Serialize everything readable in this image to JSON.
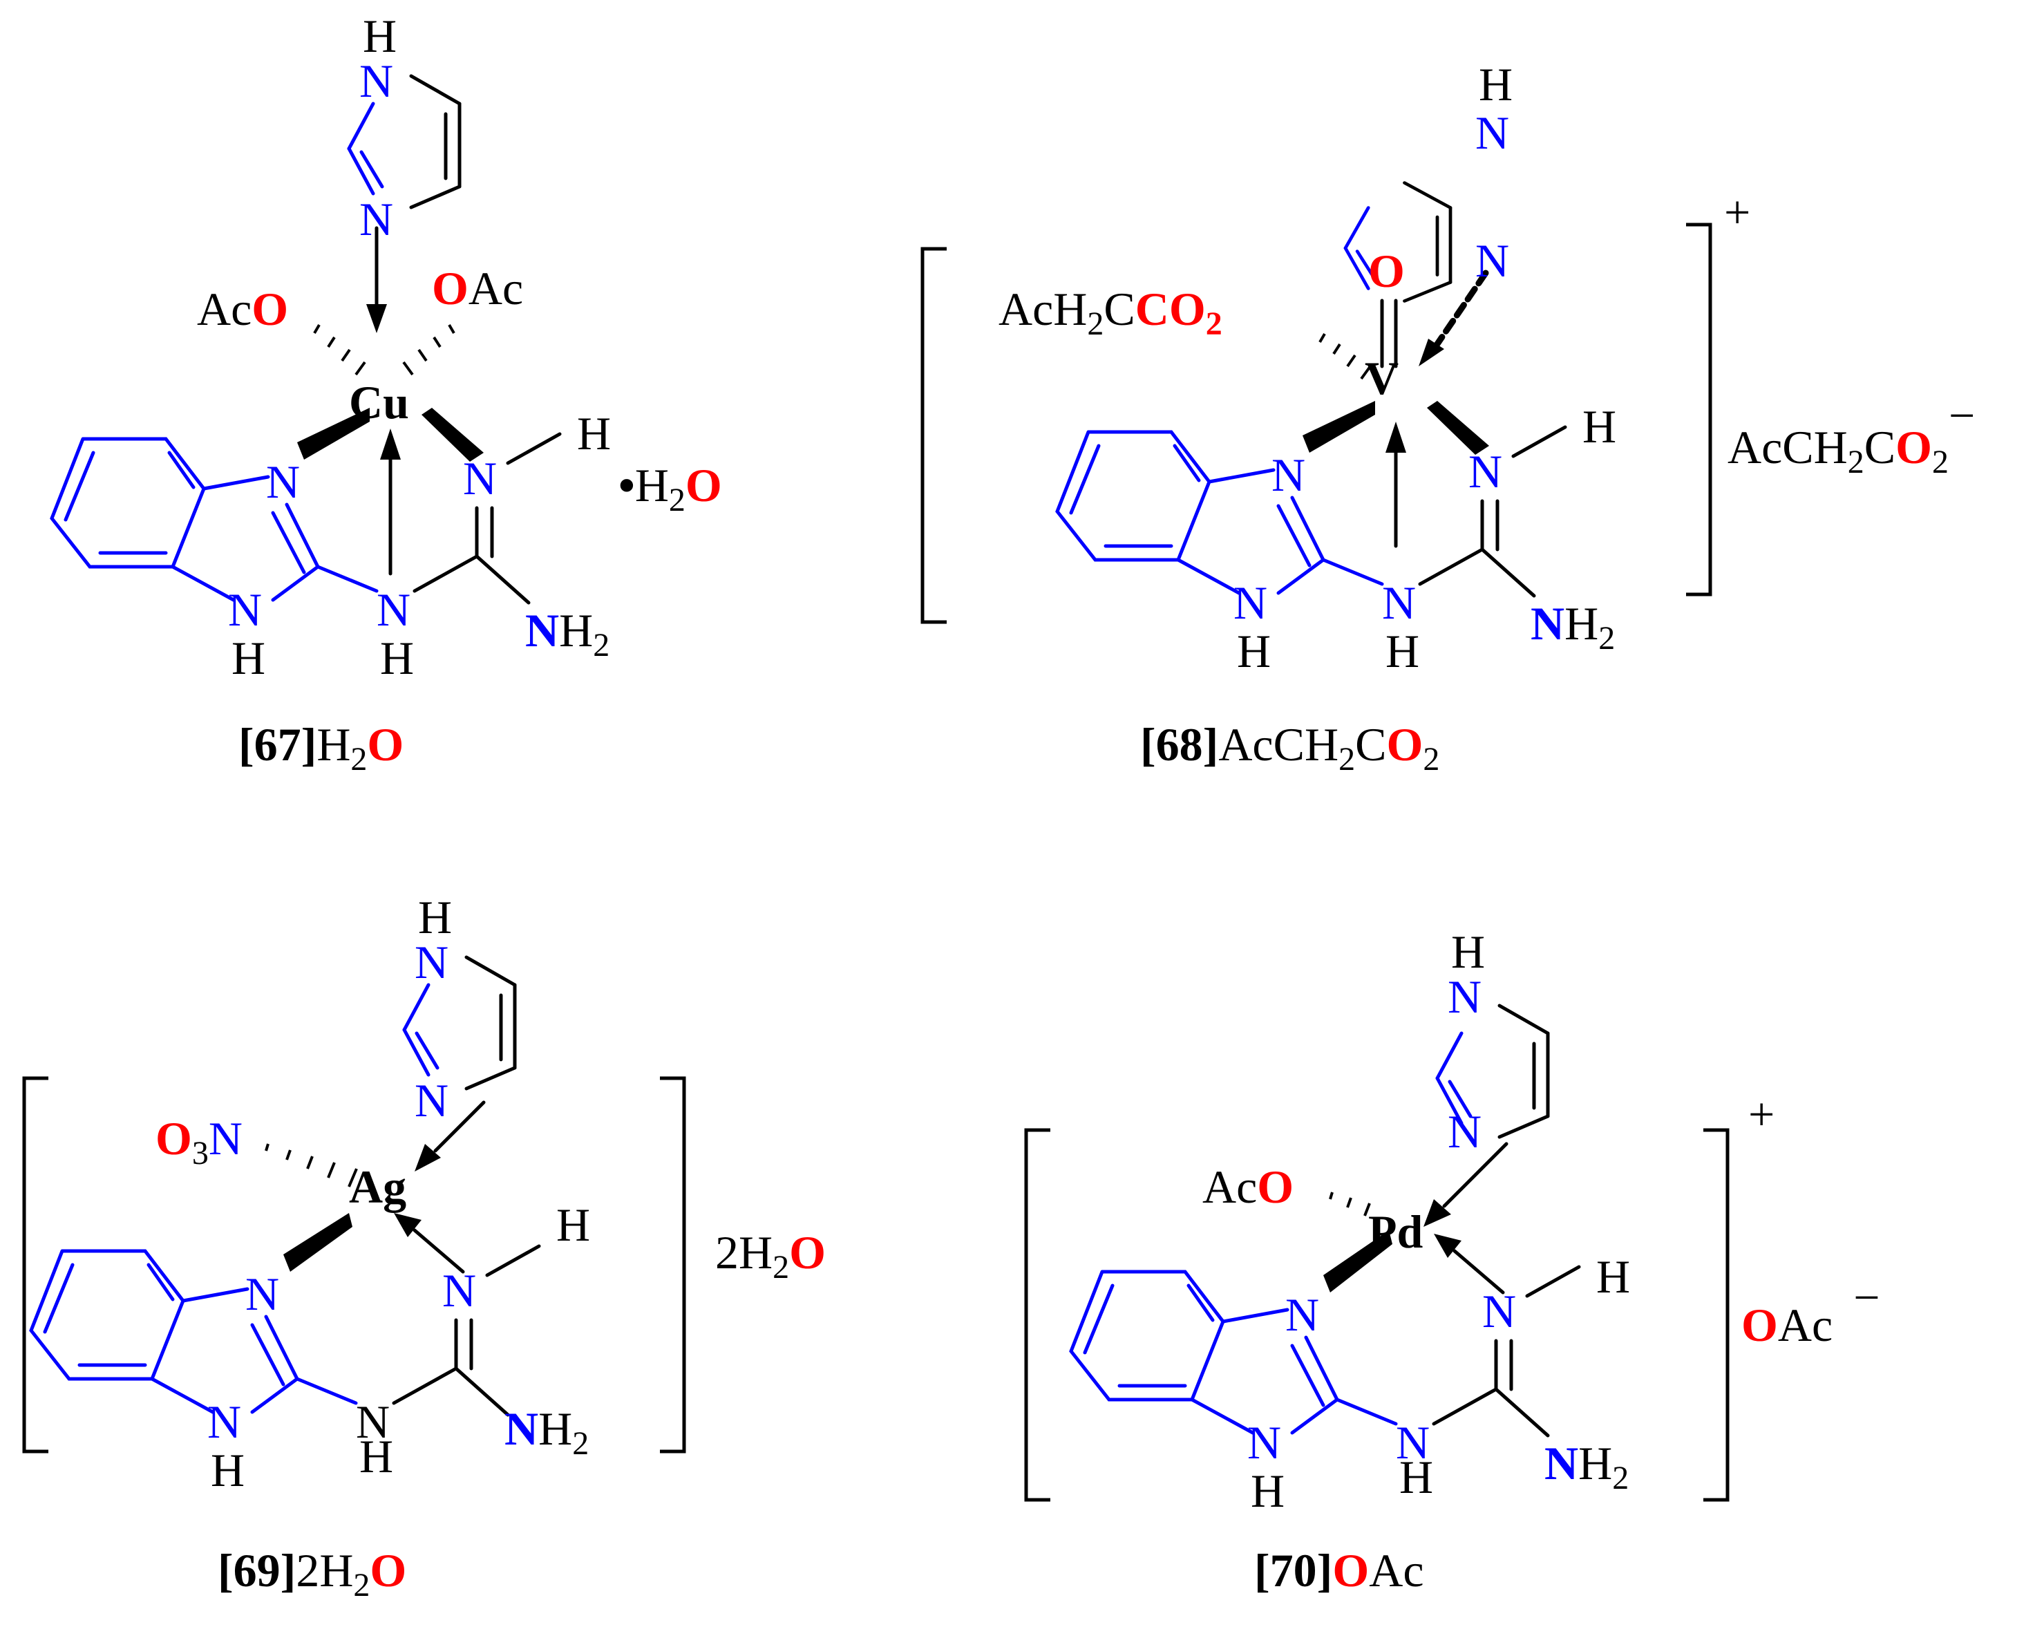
{
  "colors": {
    "carbon": "#000000",
    "nitrogen": "#0000ff",
    "oxygen": "#ff0000"
  },
  "atoms": {
    "N": "N",
    "H": "H",
    "O": "O",
    "O2": "O",
    "NH2_N": "N",
    "NH2_H": "H",
    "sub2": "2",
    "sub3": "3",
    "bullet": "•"
  },
  "compounds": [
    {
      "id": "67",
      "metal": "Cu",
      "ligand_left": {
        "pre": "Ac",
        "atom": "O"
      },
      "ligand_right": {
        "atom": "O",
        "post": "Ac"
      },
      "solvate": {
        "dot": "•",
        "h": "H",
        "sub": "2",
        "o": "O"
      },
      "caption": {
        "num": "67",
        "rest_h": "H",
        "rest_sub": "2",
        "rest_o": "O",
        "lb": "[",
        "rb": "]"
      }
    },
    {
      "id": "68",
      "metal": "V",
      "oxo": "O",
      "ligand_left": {
        "pre": "AcH",
        "sub": "2",
        "mid": "C",
        "atom": "CO",
        "atom_sub": "2"
      },
      "charge": "+",
      "counterion": {
        "pre": "AcCH",
        "sub": "2",
        "mid": "C",
        "atom": "O",
        "atom_sub": "2",
        "charge": "−"
      },
      "caption": {
        "num": "68",
        "pre": "AcCH",
        "sub": "2",
        "mid": "C",
        "atom": "O",
        "atom_sub": "2",
        "lb": "[",
        "rb": "]"
      }
    },
    {
      "id": "69",
      "metal": "Ag",
      "ligand_left": {
        "atom": "O",
        "sub": "3",
        "n": "N"
      },
      "outer": {
        "pre": "2H",
        "sub": "2",
        "atom": "O"
      },
      "caption": {
        "num": "69",
        "pre": "2H",
        "sub": "2",
        "atom": "O",
        "lb": "[",
        "rb": "]"
      }
    },
    {
      "id": "70",
      "metal": "Pd",
      "ligand_left": {
        "pre": "Ac",
        "atom": "O"
      },
      "charge": "+",
      "counterion": {
        "atom": "O",
        "post": "Ac",
        "charge": "−"
      },
      "caption": {
        "num": "70",
        "atom": "O",
        "post": "Ac",
        "lb": "[",
        "rb": "]"
      }
    }
  ]
}
